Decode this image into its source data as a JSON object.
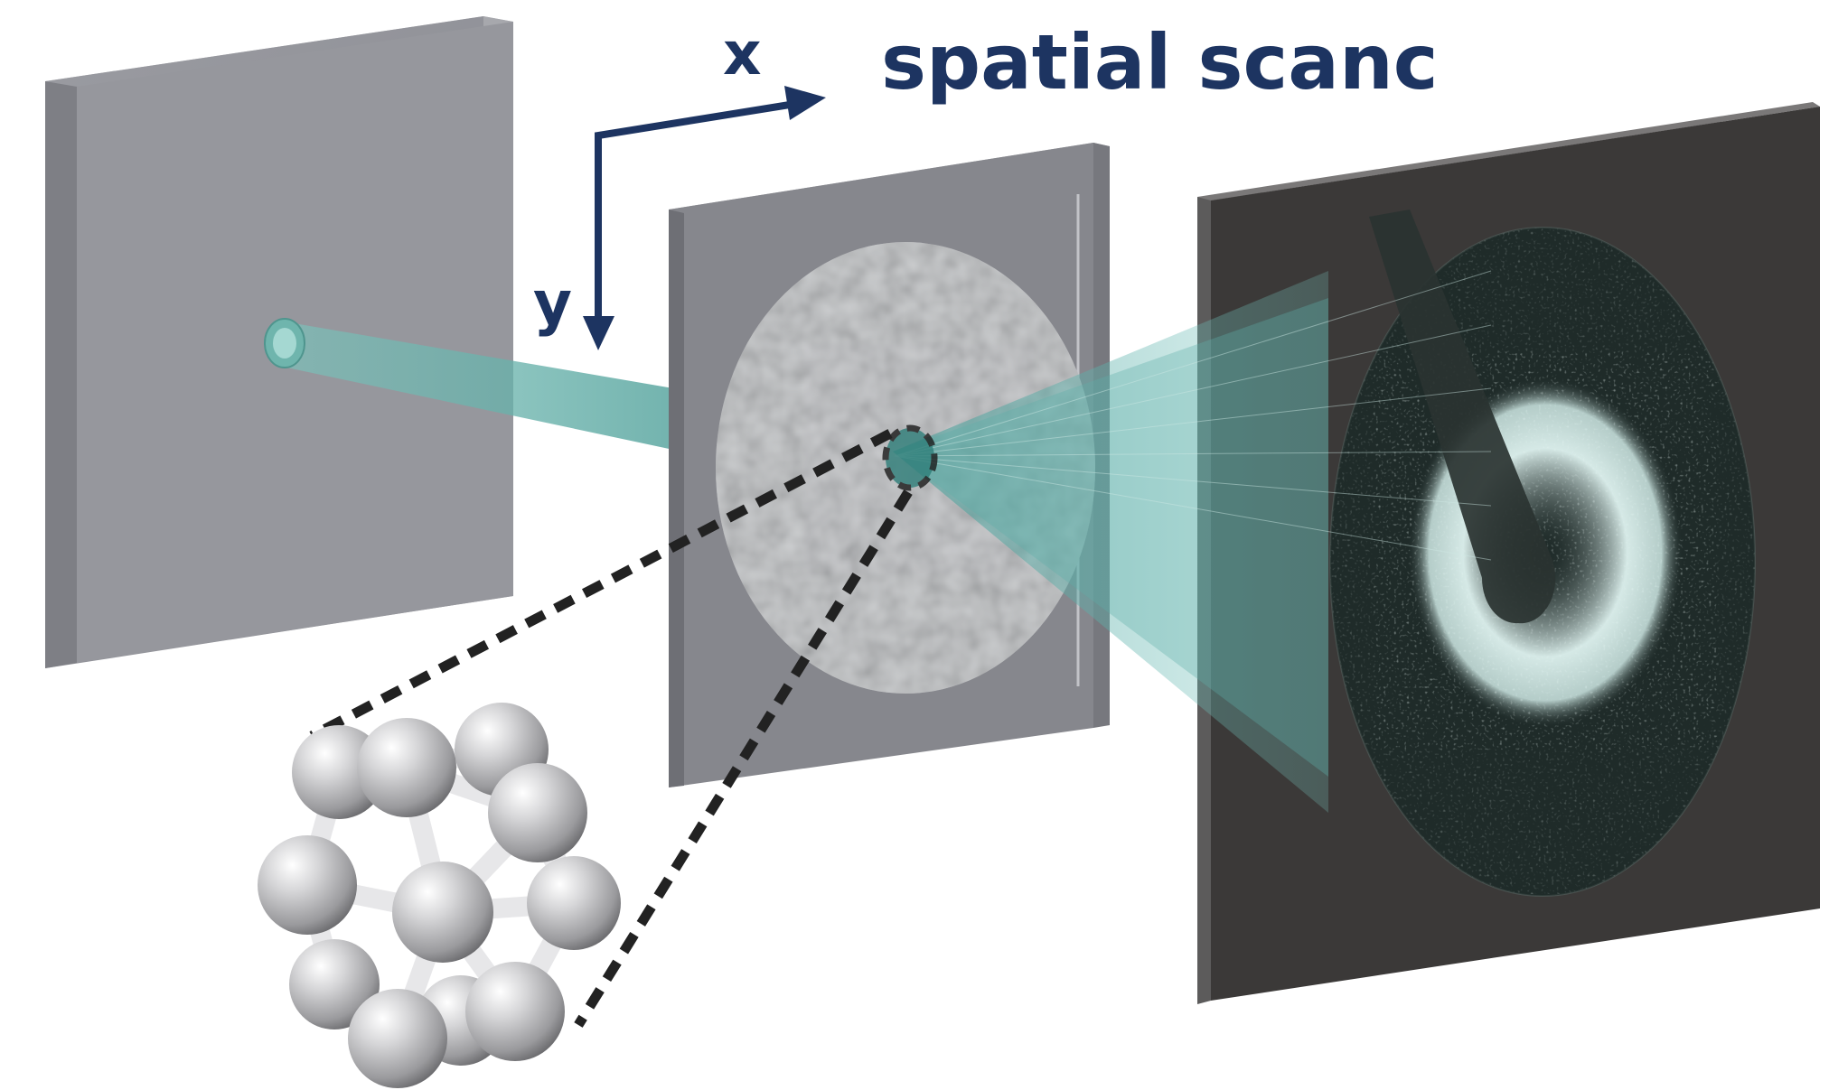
{
  "labels": {
    "title": "spatial scanc",
    "axis_x": "x",
    "axis_y": "y"
  },
  "colors": {
    "axis": "#1d3461",
    "beam": "#5aa6a0",
    "plate": "#8f9097",
    "detector": "#3a3736",
    "ring": "#d8eeec",
    "atom": "#b7b7b9",
    "dotted_line": "#222222"
  },
  "icons": {
    "source_plate": "gray-square-plate",
    "sample_plate": "gray-square-plate-with-textured-disk",
    "detector_screen": "dark-square-screen-with-bright-ring",
    "cluster": "metal-atom-cluster-ball-and-stick"
  }
}
